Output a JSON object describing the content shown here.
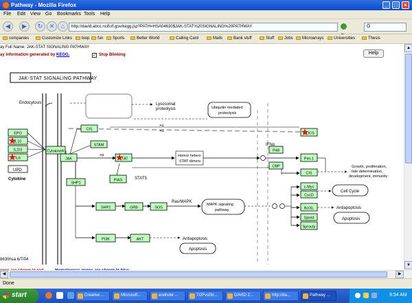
{
  "window": {
    "title": "Pathway - Mozilla Firefox"
  },
  "menu": [
    "File",
    "Edit",
    "View",
    "Go",
    "Bookmarks",
    "Tools",
    "Help"
  ],
  "address": {
    "url": "http://david.abcc.ncifcrf.gov/kegg.jsp?PATH=HSA04630$JAK-STAT%20SIGNALING%20PATHWAY",
    "go_label": "Go",
    "search_value": "G"
  },
  "bookmarks": [
    "companies",
    "Customize Links",
    "biop",
    "fun",
    "Sports",
    "Better World",
    "Calling Card",
    "Mails",
    "Bank stuff",
    "Stuff",
    "Jobs",
    "Microarrays",
    "Universities",
    "Thesis"
  ],
  "info": {
    "prefix": "ay Full Name: ",
    "pathway_name": "JAK-STAT SIGNALING PATHWAY",
    "generated_prefix": "ay information generated by ",
    "kegg": "KEGG.",
    "stop_blinking": "Stop Blinking",
    "help": "Help"
  },
  "diagram": {
    "title": "JAK-STAT SIGNALING PATHWAY",
    "footer_code": "8630hsa 6/7/04",
    "genes": [
      {
        "label": "EPO",
        "star": false
      },
      {
        "label": "IL10",
        "star": true
      },
      {
        "label": "IL2/3",
        "star": false
      },
      {
        "label": "IL6",
        "star": true
      },
      {
        "label": "CytokineR",
        "star": false
      },
      {
        "label": "JAK",
        "star": false
      },
      {
        "label": "STAM",
        "star": false
      },
      {
        "label": "CIS",
        "star": false
      },
      {
        "label": "SOCS",
        "star": true
      },
      {
        "label": "STAT",
        "star": true
      },
      {
        "label": "PIAS",
        "star": false
      },
      {
        "label": "SHP1",
        "star": false
      },
      {
        "label": "P48",
        "star": false
      },
      {
        "label": "CBP",
        "star": false
      },
      {
        "label": "Pim-1",
        "star": false
      },
      {
        "label": "CIS",
        "star": false
      },
      {
        "label": "SHP2",
        "star": false
      },
      {
        "label": "GRB",
        "star": false
      },
      {
        "label": "SOS",
        "star": false
      },
      {
        "label": "c-Myc",
        "star": false
      },
      {
        "label": "CycD",
        "star": false
      },
      {
        "label": "BclXL",
        "star": false
      },
      {
        "label": "Spred",
        "star": false
      },
      {
        "label": "Sprouty",
        "star": false
      },
      {
        "label": "PI3K",
        "star": false
      },
      {
        "label": "AKT",
        "star": false
      }
    ],
    "labels": {
      "endocytosis": "Endocytosis",
      "lysosomal": "Lysosomal",
      "proteolysis": "proteolysis",
      "ubiquitin1": "Ubiquitin mediated",
      "ubiquitin2": "proteolysis",
      "upd": "UPD",
      "cytokine": "Cytokine",
      "plus_u": "+u",
      "plus_p": "+p",
      "stat_dimer1": "Homo/ hetero",
      "stat_dimer2": "STAT dimers",
      "stat5": "STAT5",
      "ifn": "IFNα",
      "ras": "Ras/MAPK",
      "mapk1": "MAPK signaling",
      "mapk2": "pathway",
      "growth1": "Growth, proliferation,",
      "growth2": "fate determination,",
      "growth3": "development, immunity",
      "cellcycle": "Cell Cycle",
      "antiapop": "Antiapoptosis",
      "apoptosis": "Apoptosis",
      "antiapop2": "Antiapoptosis",
      "apoptosis2": "Apoptosis"
    }
  },
  "legend": {
    "red": "enes are shown in red",
    "blue": "Homologous genes are shown in blue."
  },
  "status": "Done",
  "taskbar": {
    "start": "start",
    "items": [
      "Creative ...",
      "Microsoft...",
      "endnote ...",
      "TGFvsStr...",
      "DAVID 2...",
      "http://da...",
      "Pathway ..."
    ],
    "clock": "9:54 AM"
  },
  "colors": {
    "gene_fill": "#bfffbf",
    "star": "#ee1111",
    "red_text": "#cc0000",
    "blue_text": "#0000cc"
  }
}
